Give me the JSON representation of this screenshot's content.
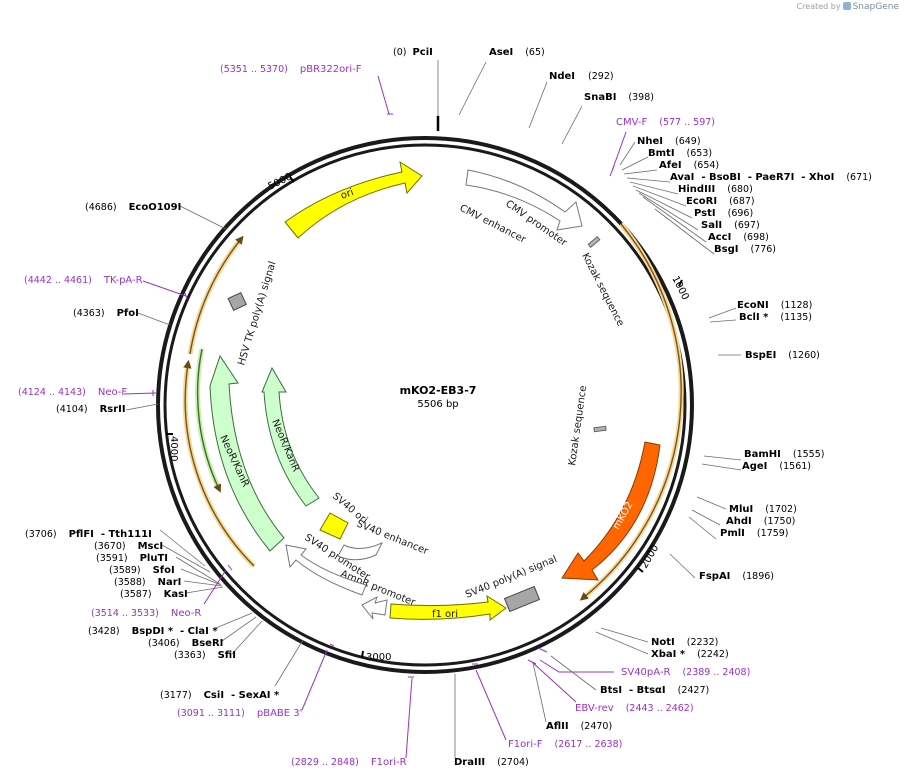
{
  "credit": {
    "prefix": "Created by",
    "brand": "SnapGene"
  },
  "plasmid": {
    "name": "mKO2-EB3-7",
    "length": "5506 bp",
    "total_bp": 5506
  },
  "ticks": [
    {
      "bp": 1000,
      "label": "1000"
    },
    {
      "bp": 2000,
      "label": "2000"
    },
    {
      "bp": 3000,
      "label": "3000"
    },
    {
      "bp": 4000,
      "label": "4000"
    },
    {
      "bp": 5000,
      "label": "5000"
    }
  ],
  "sites": [
    {
      "name": "PciI",
      "pos": "(0)",
      "bp": 0
    },
    {
      "name": "AseI",
      "pos": "(65)",
      "bp": 65
    },
    {
      "name": "NdeI",
      "pos": "(292)",
      "bp": 292
    },
    {
      "name": "SnaBI",
      "pos": "(398)",
      "bp": 398
    },
    {
      "name": "NheI",
      "pos": "(649)",
      "bp": 649
    },
    {
      "name": "BmtI",
      "pos": "(653)",
      "bp": 653
    },
    {
      "name": "AfeI",
      "pos": "(654)",
      "bp": 654
    },
    {
      "name": "AvaI  - BsoBI  - PaeR7I  - XhoI",
      "pos": "(671)",
      "bp": 671
    },
    {
      "name": "HindIII",
      "pos": "(680)",
      "bp": 680
    },
    {
      "name": "EcoRI",
      "pos": "(687)",
      "bp": 687
    },
    {
      "name": "PstI",
      "pos": "(696)",
      "bp": 696
    },
    {
      "name": "SalI",
      "pos": "(697)",
      "bp": 697
    },
    {
      "name": "AccI",
      "pos": "(698)",
      "bp": 698
    },
    {
      "name": "BsgI",
      "pos": "(776)",
      "bp": 776
    },
    {
      "name": "EcoNI",
      "pos": "(1128)",
      "bp": 1128
    },
    {
      "name": "BclI *",
      "pos": "(1135)",
      "bp": 1135
    },
    {
      "name": "BspEI",
      "pos": "(1260)",
      "bp": 1260
    },
    {
      "name": "BamHI",
      "pos": "(1555)",
      "bp": 1555
    },
    {
      "name": "AgeI",
      "pos": "(1561)",
      "bp": 1561
    },
    {
      "name": "MluI",
      "pos": "(1702)",
      "bp": 1702
    },
    {
      "name": "AhdI",
      "pos": "(1750)",
      "bp": 1750
    },
    {
      "name": "PmlI",
      "pos": "(1759)",
      "bp": 1759
    },
    {
      "name": "FspAI",
      "pos": "(1896)",
      "bp": 1896
    },
    {
      "name": "NotI",
      "pos": "(2232)",
      "bp": 2232
    },
    {
      "name": "XbaI *",
      "pos": "(2242)",
      "bp": 2242
    },
    {
      "name": "BtsI  - BtsαI",
      "pos": "(2427)",
      "bp": 2427
    },
    {
      "name": "AflII",
      "pos": "(2470)",
      "bp": 2470
    },
    {
      "name": "DraIII",
      "pos": "(2704)",
      "bp": 2704
    },
    {
      "name": "CsiI  - SexAI *",
      "pos": "(3177)",
      "bp": 3177
    },
    {
      "name": "SfiI",
      "pos": "(3363)",
      "bp": 3363
    },
    {
      "name": "BseRI",
      "pos": "(3406)",
      "bp": 3406
    },
    {
      "name": "BspDI *  - ClaI *",
      "pos": "(3428)",
      "bp": 3428
    },
    {
      "name": "KasI",
      "pos": "(3587)",
      "bp": 3587
    },
    {
      "name": "NarI",
      "pos": "(3588)",
      "bp": 3588
    },
    {
      "name": "SfoI",
      "pos": "(3589)",
      "bp": 3589
    },
    {
      "name": "PluTI",
      "pos": "(3591)",
      "bp": 3591
    },
    {
      "name": "MscI",
      "pos": "(3670)",
      "bp": 3670
    },
    {
      "name": "PflFI  - Tth111I",
      "pos": "(3706)",
      "bp": 3706
    },
    {
      "name": "RsrII",
      "pos": "(4104)",
      "bp": 4104
    },
    {
      "name": "PfoI",
      "pos": "(4363)",
      "bp": 4363
    },
    {
      "name": "EcoO109I",
      "pos": "(4686)",
      "bp": 4686
    }
  ],
  "primers": [
    {
      "name": "CMV-F",
      "range": "(577 .. 597)",
      "bp": 587
    },
    {
      "name": "SV40pA-R",
      "range": "(2389 .. 2408)",
      "bp": 2398
    },
    {
      "name": "EBV-rev",
      "range": "(2443 .. 2462)",
      "bp": 2452
    },
    {
      "name": "F1ori-F",
      "range": "(2617 .. 2638)",
      "bp": 2627
    },
    {
      "name": "F1ori-R",
      "range": "(2829 .. 2848)",
      "bp": 2838
    },
    {
      "name": "pBABE 3'",
      "range": "(3091 .. 3111)",
      "bp": 3101
    },
    {
      "name": "Neo-R",
      "range": "(3514 .. 3533)",
      "bp": 3523
    },
    {
      "name": "Neo-F",
      "range": "(4124 .. 4143)",
      "bp": 4133
    },
    {
      "name": "TK-pA-R",
      "range": "(4442 .. 4461)",
      "bp": 4451
    },
    {
      "name": "pBR322ori-F",
      "range": "(5351 .. 5370)",
      "bp": 5360
    }
  ],
  "features": [
    {
      "name": "ori",
      "color": "#ffff00"
    },
    {
      "name": "CMV enhancer",
      "color": "#ffffff"
    },
    {
      "name": "CMV promoter",
      "color": "#ffffff"
    },
    {
      "name": "Kozak sequence",
      "color": "#a6a6a6"
    },
    {
      "name": "Kozak sequence",
      "color": "#a6a6a6"
    },
    {
      "name": "mKO2",
      "color": "#ff6600"
    },
    {
      "name": "SV40 poly(A) signal",
      "color": "#a6a6a6"
    },
    {
      "name": "f1 ori",
      "color": "#ffff00"
    },
    {
      "name": "AmpR promoter",
      "color": "#ffffff"
    },
    {
      "name": "SV40 promoter",
      "color": "#ffffff"
    },
    {
      "name": "SV40 enhancer",
      "color": "#ffffff"
    },
    {
      "name": "SV40 ori",
      "color": "#ffff00"
    },
    {
      "name": "NeoR/KanR",
      "color": "#ccffcc"
    },
    {
      "name": "NeoR/KanR",
      "color": "#ccffcc"
    },
    {
      "name": "HSV TK poly(A) signal",
      "color": "#a6a6a6"
    }
  ],
  "colors": {
    "primer": "#9b30c8",
    "orf": "#e8a13c",
    "backbone": "#1a1a1a"
  }
}
